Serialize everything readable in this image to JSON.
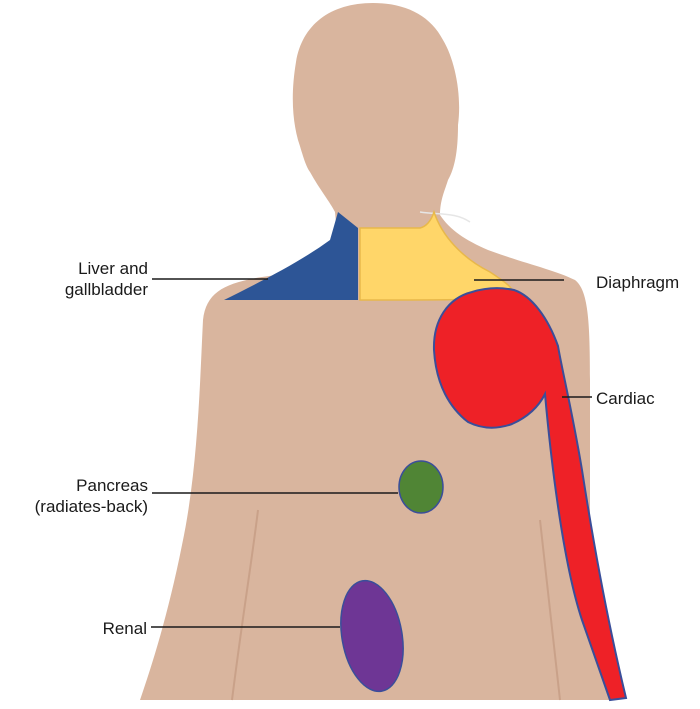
{
  "colors": {
    "skin": "#D9B59E",
    "liver": "#2D5596",
    "diaphragm": "#FFD669",
    "cardiac": "#EE2127",
    "cardiac_outline": "#3A4E9A",
    "pancreas": "#508535",
    "renal": "#6E3695",
    "leader": "#1a1a1a"
  },
  "labels": {
    "liver_line1": "Liver and",
    "liver_line2": "gallbladder",
    "diaphragm": "Diaphragm",
    "cardiac": "Cardiac",
    "pancreas_line1": "Pancreas",
    "pancreas_line2": "(radiates-back)",
    "renal": "Renal"
  },
  "icons": {
    "body": "human-torso-silhouette",
    "liver": "liver-referred-pain-region",
    "diaphragm": "diaphragm-referred-pain-region",
    "cardiac": "cardiac-referred-pain-region",
    "pancreas": "pancreas-referred-pain-region",
    "renal": "renal-referred-pain-region"
  }
}
